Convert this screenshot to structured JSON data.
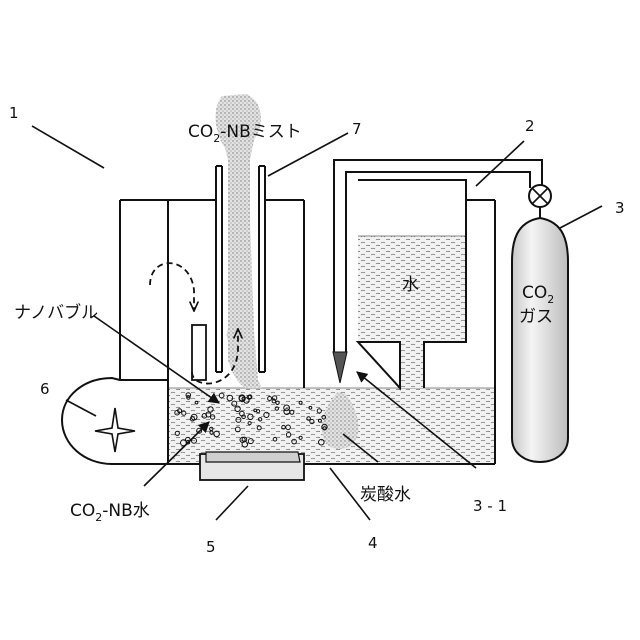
{
  "labels": {
    "n1": "1",
    "n2": "2",
    "n3": "3",
    "n3_1": "3 - 1",
    "n4": "4",
    "n5": "5",
    "n6": "6",
    "n7": "7",
    "mist_prefix": "CO",
    "mist_sub": "2",
    "mist_suffix": "-NBミスト",
    "nanobubble": "ナノバブル",
    "nbwater_prefix": "CO",
    "nbwater_sub": "2",
    "nbwater_suffix": "-NB水",
    "carbonated_water": "炭酸水",
    "water": "水",
    "gas_prefix": "CO",
    "gas_sub": "2",
    "gas_word": "ガス"
  }
}
